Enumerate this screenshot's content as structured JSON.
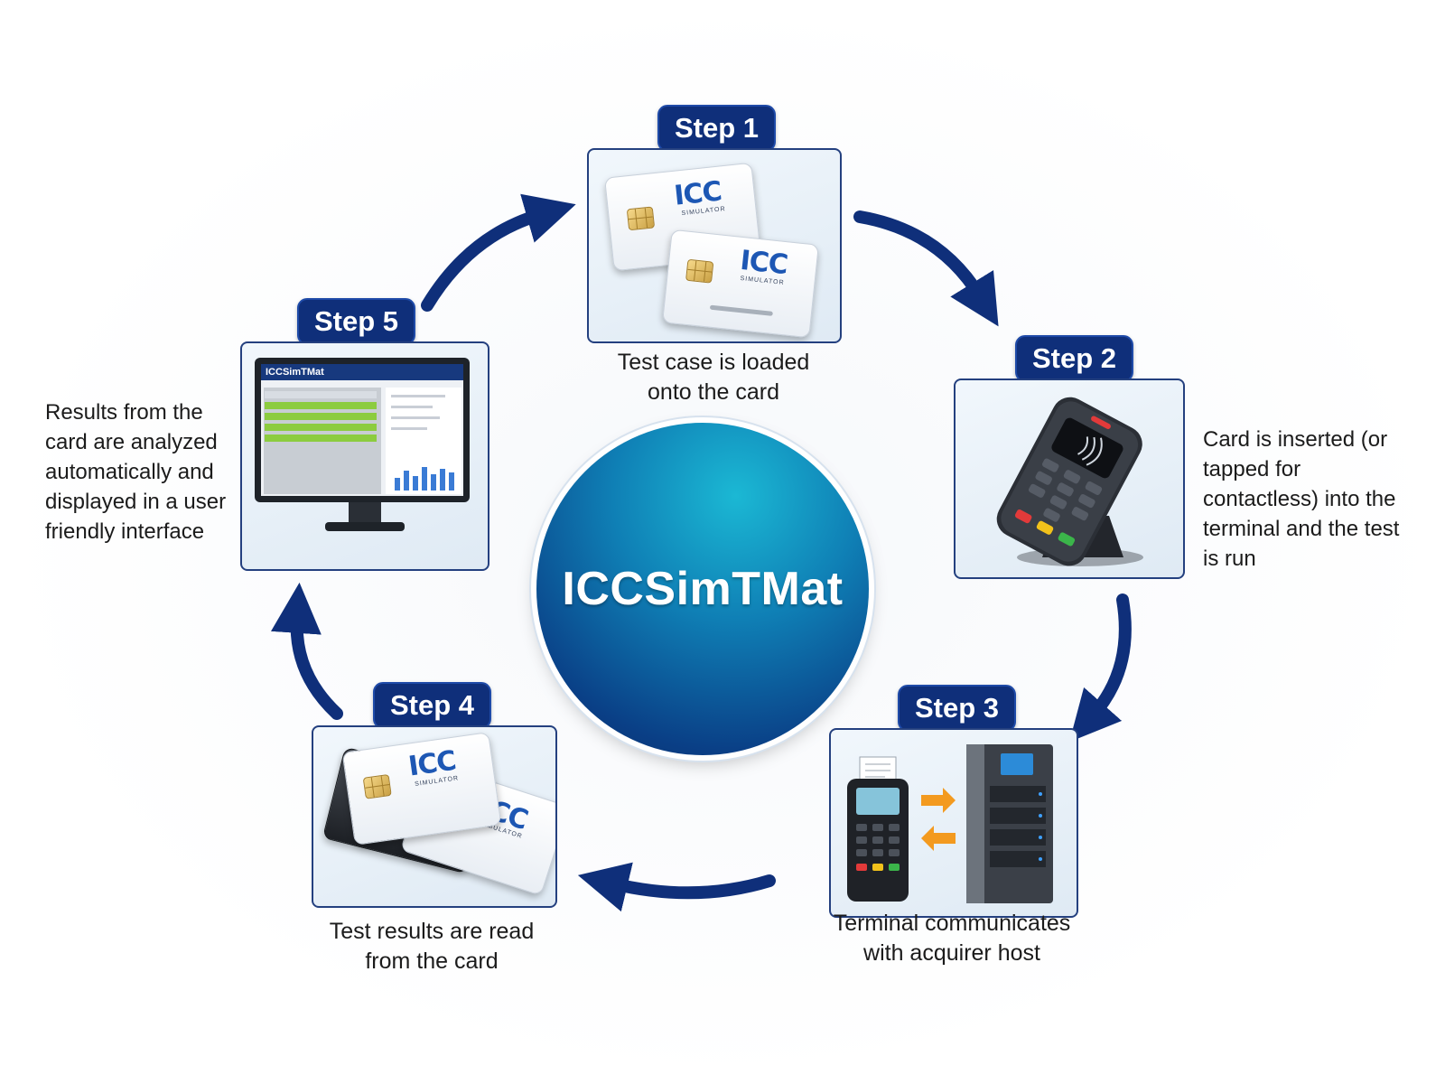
{
  "title": "ICCSimTMat",
  "steps": [
    {
      "badge": "Step 1",
      "caption": "Test case is loaded\nonto the card"
    },
    {
      "badge": "Step 2",
      "caption": "Card is inserted (or\ntapped for\ncontactless) into the\nterminal and the test\nis run"
    },
    {
      "badge": "Step 3",
      "caption": "Terminal communicates\nwith acquirer host"
    },
    {
      "badge": "Step 4",
      "caption": "Test results are read\nfrom the card"
    },
    {
      "badge": "Step 5",
      "caption": "Results from the\ncard are analyzed\nautomatically and\ndisplayed in a user\nfriendly interface"
    }
  ],
  "card_logo": "ICC",
  "card_sub": "SIMULATOR",
  "app_window_title": "ICCSimTMat",
  "colors": {
    "navy": "#0f2f7a",
    "hub_light": "#1bb8d4",
    "hub_dark": "#082c67",
    "orange": "#f39a1f",
    "green": "#8ccc3f"
  }
}
